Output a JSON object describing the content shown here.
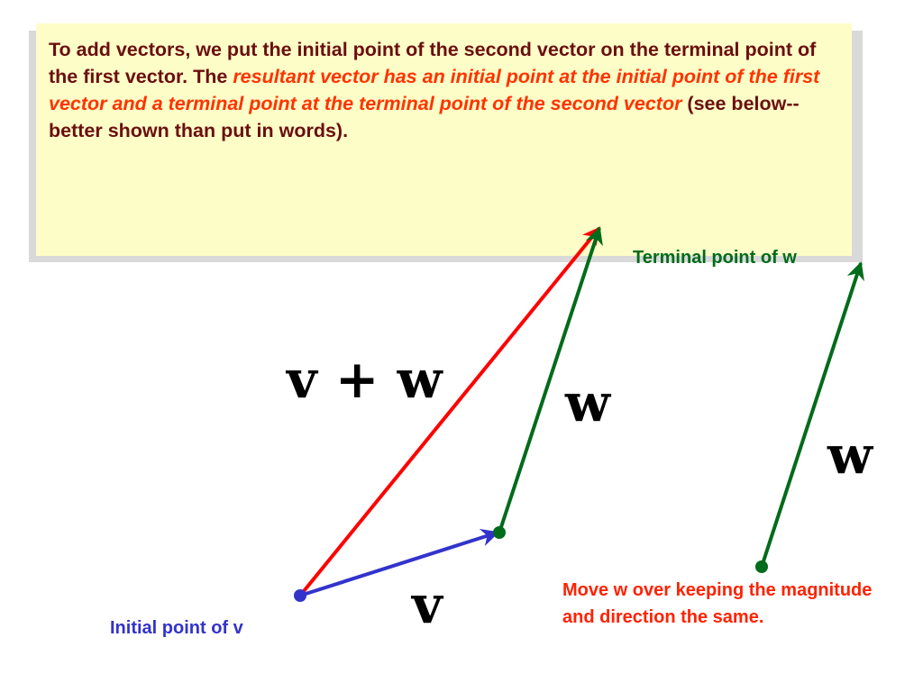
{
  "note": {
    "text_before": "To add vectors, we put the initial point of the second vector on the terminal point of the first vector.  The ",
    "text_emphasis": "resultant vector has an initial point at the initial point of the first vector and a terminal point at the terminal point of the second vector",
    "text_after": " (see below--better shown than put in words)."
  },
  "labels": {
    "terminal_point": "Terminal point of w",
    "initial_point": "Initial point of v",
    "move_note": "Move w over keeping the magnitude and direction the same."
  },
  "symbols": {
    "sum": "v + w",
    "w": "w",
    "w_moved": "w",
    "v": "v"
  },
  "colors": {
    "note_bg": "#fdfdc8",
    "note_text": "#6b0f0f",
    "emphasis": "#ff3300",
    "vector_v": "#3333cc",
    "vector_w": "#006b1a",
    "resultant": "#ff0000"
  }
}
